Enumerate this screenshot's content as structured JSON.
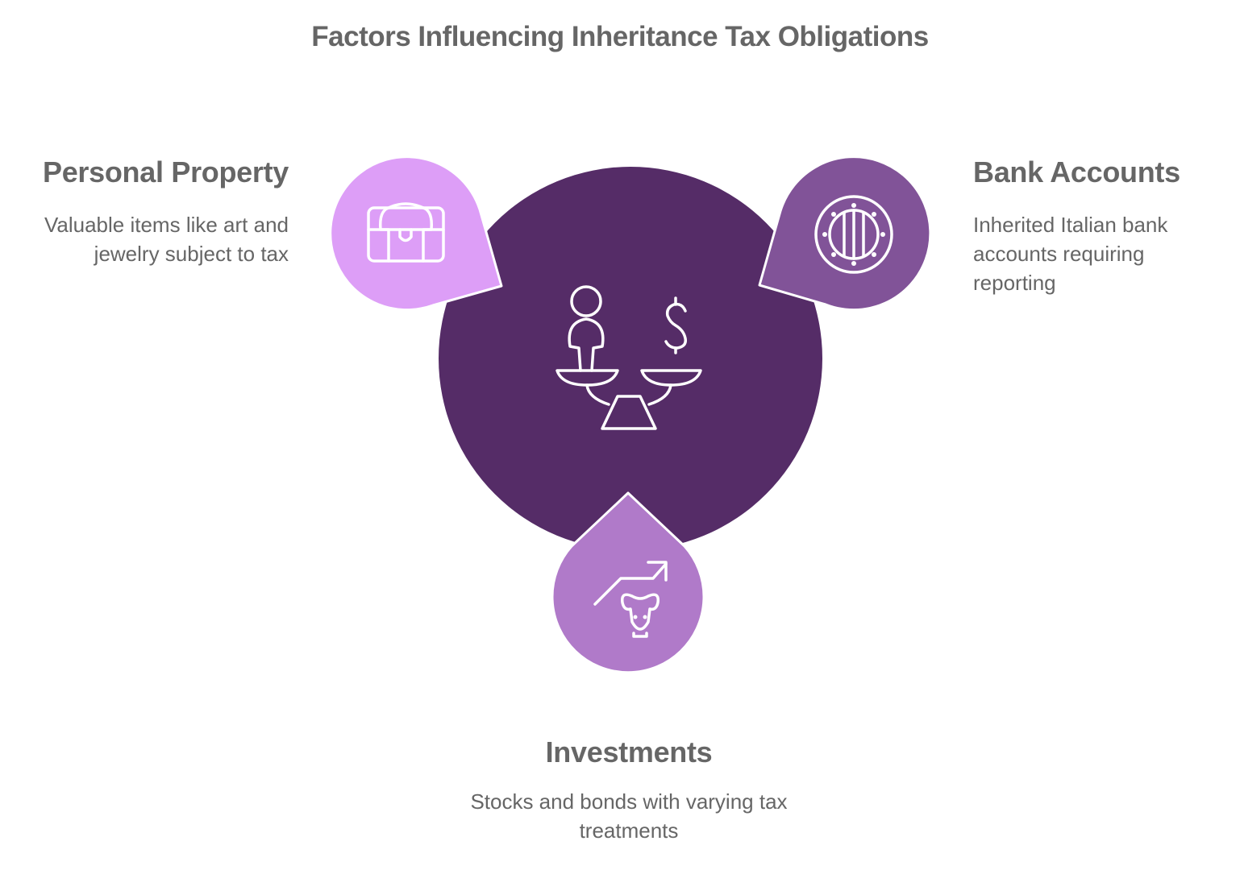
{
  "title": "Factors Influencing Inheritance Tax Obligations",
  "colors": {
    "center": "#552C67",
    "personal_property": "#DD9EF7",
    "bank_accounts": "#815398",
    "investments": "#B07AC9",
    "text": "#666666",
    "icon_stroke": "#FFFFFF"
  },
  "center": {
    "icon": "balance-scale-person-dollar-icon"
  },
  "factors": [
    {
      "id": "personal_property",
      "title": "Personal Property",
      "description": "Valuable items like art and jewelry subject to tax",
      "icon": "treasure-chest-icon"
    },
    {
      "id": "bank_accounts",
      "title": "Bank Accounts",
      "description": "Inherited Italian bank accounts requiring reporting",
      "icon": "vault-door-icon"
    },
    {
      "id": "investments",
      "title": "Investments",
      "description": "Stocks and bonds with varying tax treatments",
      "icon": "bull-market-trend-icon"
    }
  ]
}
